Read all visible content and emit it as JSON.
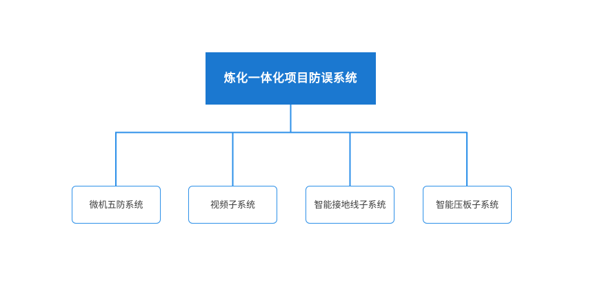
{
  "diagram": {
    "type": "org-chart",
    "orientation": "top-down",
    "background_color": "#ffffff",
    "line_color": "#2b8fe8",
    "root": {
      "label": "炼化一体化项目防误系统",
      "fill_color": "#1b78d0",
      "text_color": "#ffffff"
    },
    "children": [
      {
        "label": "微机五防系统",
        "fill_color": "#ffffff",
        "border_color": "#2b8fe8",
        "text_color": "#3c3c3c"
      },
      {
        "label": "视频子系统",
        "fill_color": "#ffffff",
        "border_color": "#2b8fe8",
        "text_color": "#3c3c3c"
      },
      {
        "label": "智能接地线子系统",
        "fill_color": "#ffffff",
        "border_color": "#2b8fe8",
        "text_color": "#3c3c3c"
      },
      {
        "label": "智能压板子系统",
        "fill_color": "#ffffff",
        "border_color": "#2b8fe8",
        "text_color": "#3c3c3c"
      }
    ]
  }
}
